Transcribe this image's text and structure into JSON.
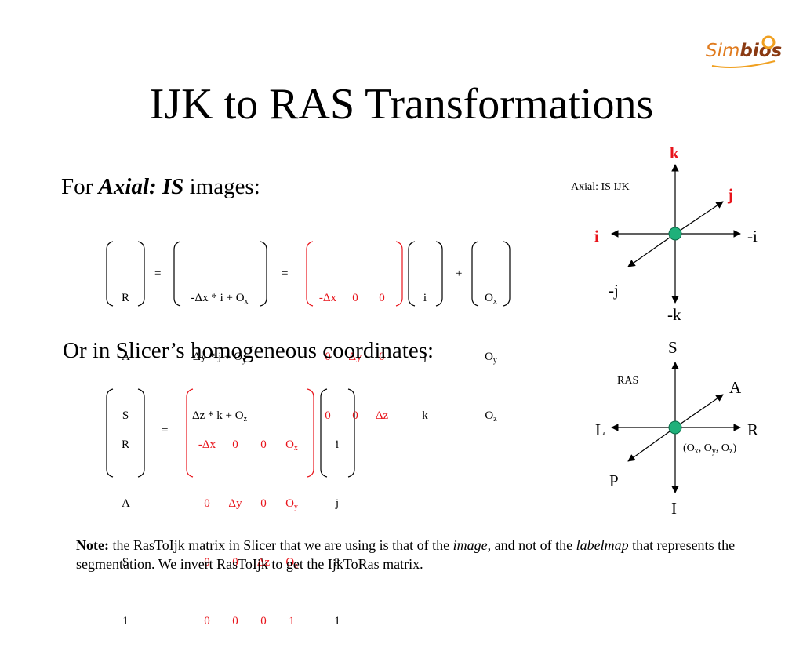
{
  "slide": {
    "title": "IJK to RAS Transformations",
    "logo": {
      "text_prefix": "Sim",
      "text_suffix": "bios",
      "icon": "simbios-logo",
      "color": "#e07b1e"
    }
  },
  "axial_section": {
    "heading_prefix": "For ",
    "heading_emph": "Axial: IS",
    "heading_suffix": " images:",
    "lhs": [
      "R",
      "A",
      "S"
    ],
    "eq1": "=",
    "middle": [
      "-Δx * i + O",
      "Δy * j + O",
      "Δz * k + O"
    ],
    "middle_subs": [
      "x",
      "y",
      "z"
    ],
    "eq2": "=",
    "matrix": [
      [
        "-Δx",
        "0",
        "0"
      ],
      [
        "0",
        "Δy",
        "0"
      ],
      [
        "0",
        "0",
        "Δz"
      ]
    ],
    "ijk": [
      "i",
      "j",
      "k"
    ],
    "plus": "+",
    "offset": [
      "O",
      "O",
      "O"
    ],
    "offset_subs": [
      "x",
      "y",
      "z"
    ]
  },
  "homogeneous_section": {
    "heading": "Or in Slicer’s homogeneous coordinates:",
    "lhs": [
      "R",
      "A",
      "S",
      "1"
    ],
    "eq": "=",
    "matrix": [
      [
        "-Δx",
        "0",
        "0",
        "O"
      ],
      [
        "0",
        "Δy",
        "0",
        "O"
      ],
      [
        "0",
        "0",
        "Δz",
        "O"
      ],
      [
        "0",
        "0",
        "0",
        "1"
      ]
    ],
    "last_col_subs": [
      "x",
      "y",
      "z",
      ""
    ],
    "ijk1": [
      "i",
      "j",
      "k",
      "1"
    ]
  },
  "ijk_diagram": {
    "label": "Axial: IS IJK",
    "k": "k",
    "j": "j",
    "i": "i",
    "neg_i": "-i",
    "neg_j": "-j",
    "neg_k": "-k",
    "accent": "#e8141b",
    "origin_color": "#1fb07a"
  },
  "ras_diagram": {
    "label": "RAS",
    "S": "S",
    "A": "A",
    "L": "L",
    "R": "R",
    "P": "P",
    "I": "I",
    "origin_prefix": "(O",
    "origin_sub1": "x",
    "origin_sep1": ", O",
    "origin_sub2": "y",
    "origin_sep2": ", O",
    "origin_sub3": "z",
    "origin_suffix": ")"
  },
  "note": {
    "label": "Note:",
    "text1": " the RasToIjk matrix in Slicer that we are using is that of the ",
    "emph1": "image",
    "text2": ", and not of the ",
    "emph2": "labelmap",
    "text3": " that represents the segmentation.  We invert RasToIjk to get the IjkToRas matrix."
  }
}
